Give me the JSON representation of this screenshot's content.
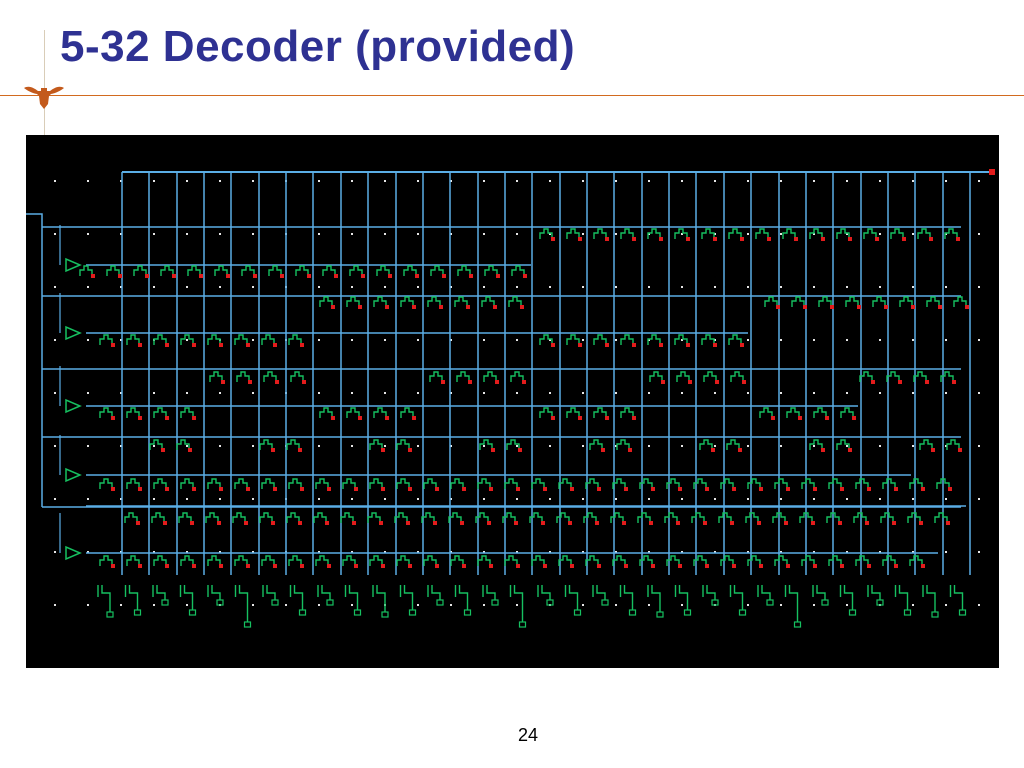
{
  "slide": {
    "title": "5-32 Decoder (provided)",
    "page_number": "24"
  },
  "logo": {
    "icon": "longhorn-logo-icon",
    "color": "#c35a1c"
  },
  "colors": {
    "title": "#2e3192",
    "rule": "#d26a1f",
    "panel_background": "#000000",
    "wire": "#5aaee6",
    "transistor": "#16c060",
    "contact": "#e31c1c",
    "grid_dot": "#e6e6e6"
  },
  "layout_view": {
    "description_icon": "decoder-layout-icon",
    "input_buffers": 5,
    "address_line_groups": 5
  }
}
